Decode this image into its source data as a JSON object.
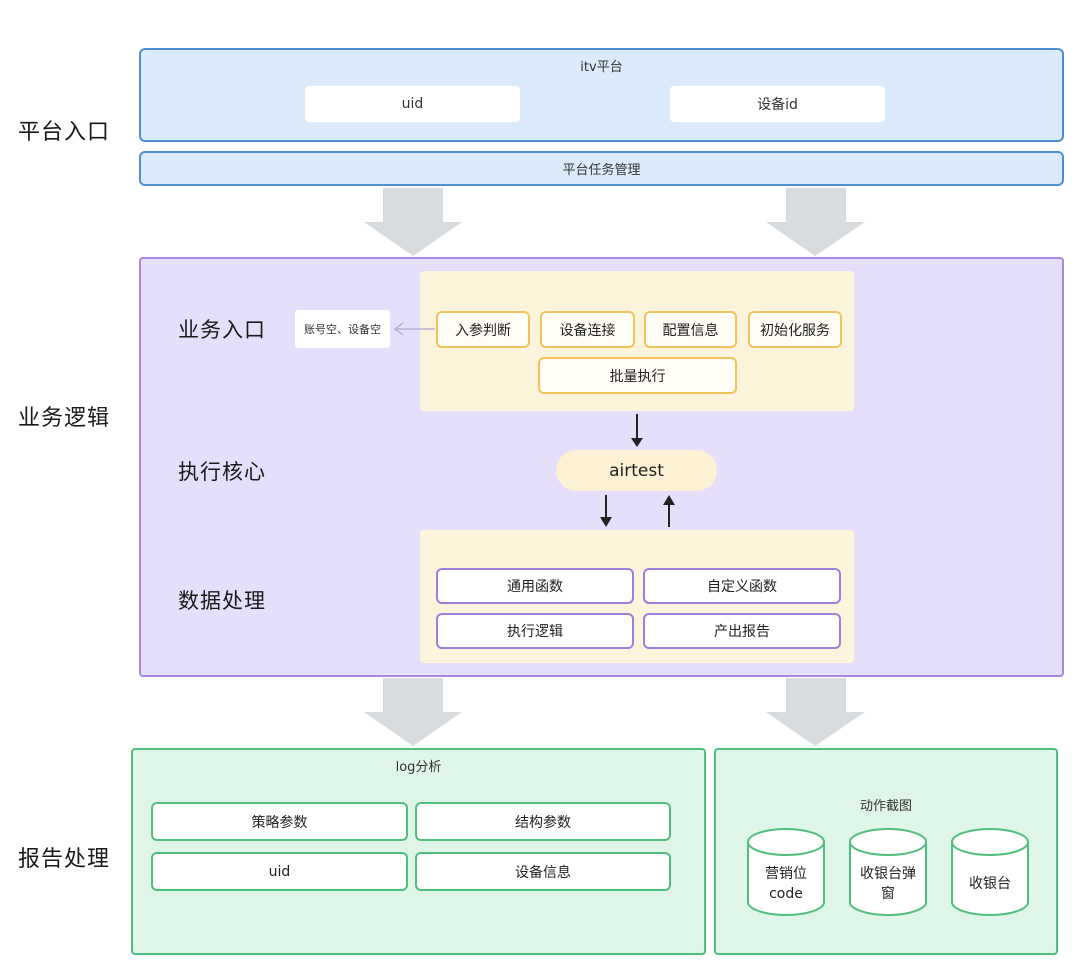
{
  "side_labels": {
    "platform_entry": "平台入口",
    "business_logic": "业务逻辑",
    "report_processing": "报告处理"
  },
  "platform": {
    "title": "itv平台",
    "uid": "uid",
    "device_id": "设备id",
    "task_mgmt": "平台任务管理"
  },
  "logic": {
    "business_entry": "业务入口",
    "exec_core": "执行核心",
    "data_processing": "数据处理",
    "empty_note": "账号空、设备空",
    "entry_items": [
      "入参判断",
      "设备连接",
      "配置信息",
      "初始化服务"
    ],
    "batch": "批量执行",
    "airtest": "airtest",
    "data_items": [
      "通用函数",
      "自定义函数",
      "执行逻辑",
      "产出报告"
    ]
  },
  "report": {
    "log_title": "log分析",
    "log_items": [
      "策略参数",
      "结构参数",
      "uid",
      "设备信息"
    ],
    "screenshot_title": "动作截图",
    "cylinders": [
      "营销位\ncode",
      "收银台弹\n窗",
      "收银台"
    ]
  },
  "colors": {
    "blue_fill": "#dcebfb",
    "blue_border": "#4d8fd0",
    "purple_fill": "#e6dffb",
    "purple_border": "#a58ae0",
    "yellow_fill": "#fdf4dc",
    "yellow_border": "#f2c35a",
    "green_fill": "#dff5e7",
    "green_border": "#4fbf7e",
    "arrow_gray": "#d9dcdf"
  }
}
